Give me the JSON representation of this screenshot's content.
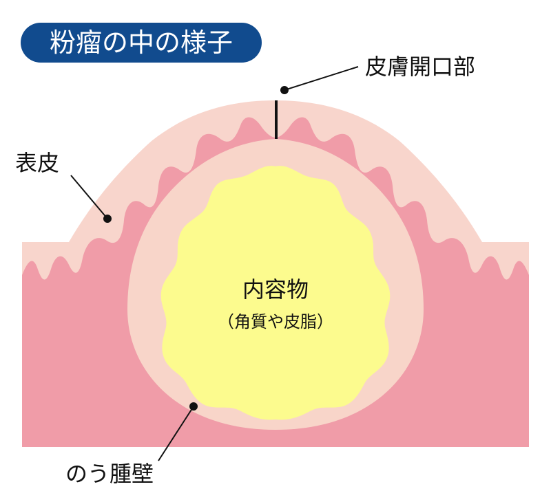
{
  "title": "粉瘤の中の様子",
  "labels": {
    "opening": "皮膚開口部",
    "epidermis": "表皮",
    "contents": "内容物",
    "contents_sub": "（角質や皮脂）",
    "wall": "のう腫壁"
  },
  "colors": {
    "title_bg": "#114b8e",
    "title_text": "#ffffff",
    "skin_outer": "#f8d5cc",
    "dermis": "#f09ca8",
    "cyst_wall": "#f8d5c9",
    "contents": "#fcfb8e",
    "line": "#111111"
  }
}
